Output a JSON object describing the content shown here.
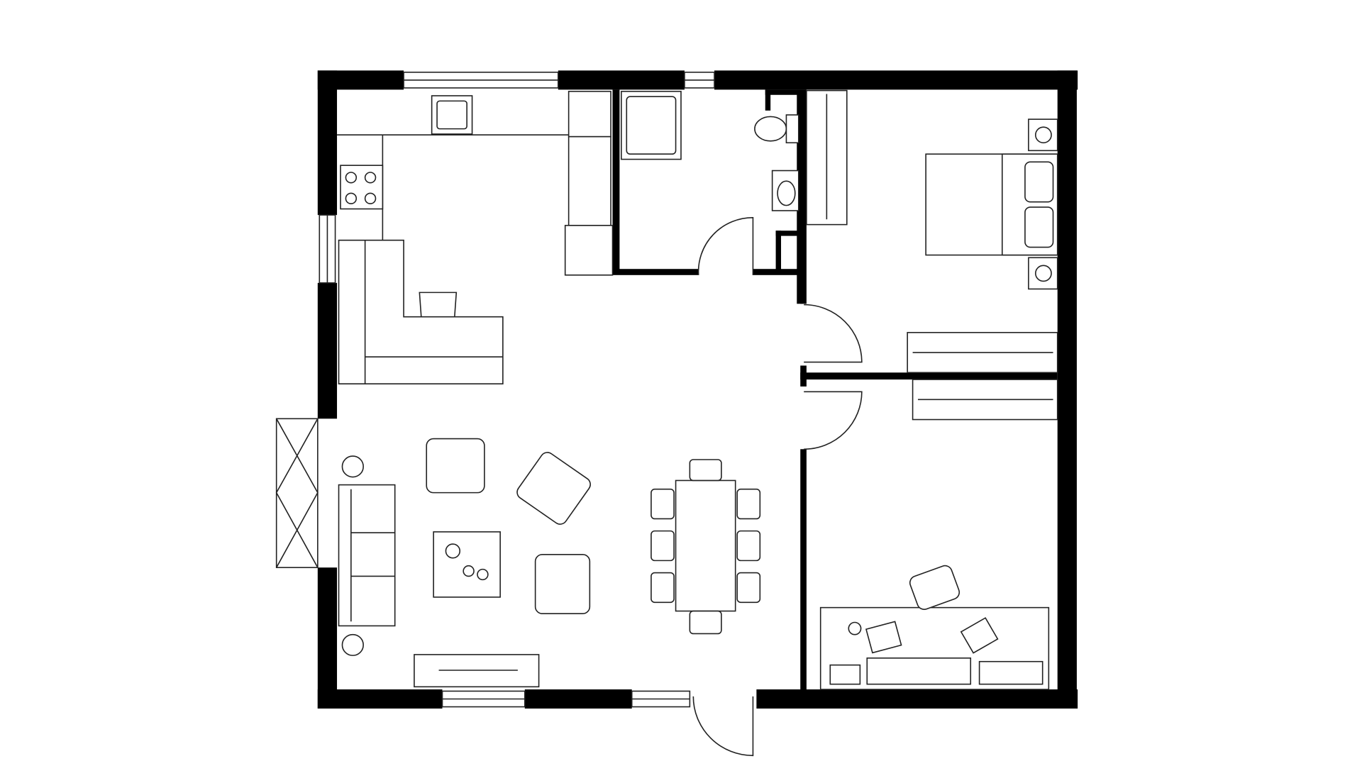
{
  "colors": {
    "wall": "#000000",
    "line": "#222222",
    "background": "#ffffff"
  },
  "features": [
    "exterior-walls",
    "kitchen",
    "bathroom",
    "bedroom",
    "living-room",
    "dining-area",
    "office",
    "entry-door"
  ]
}
